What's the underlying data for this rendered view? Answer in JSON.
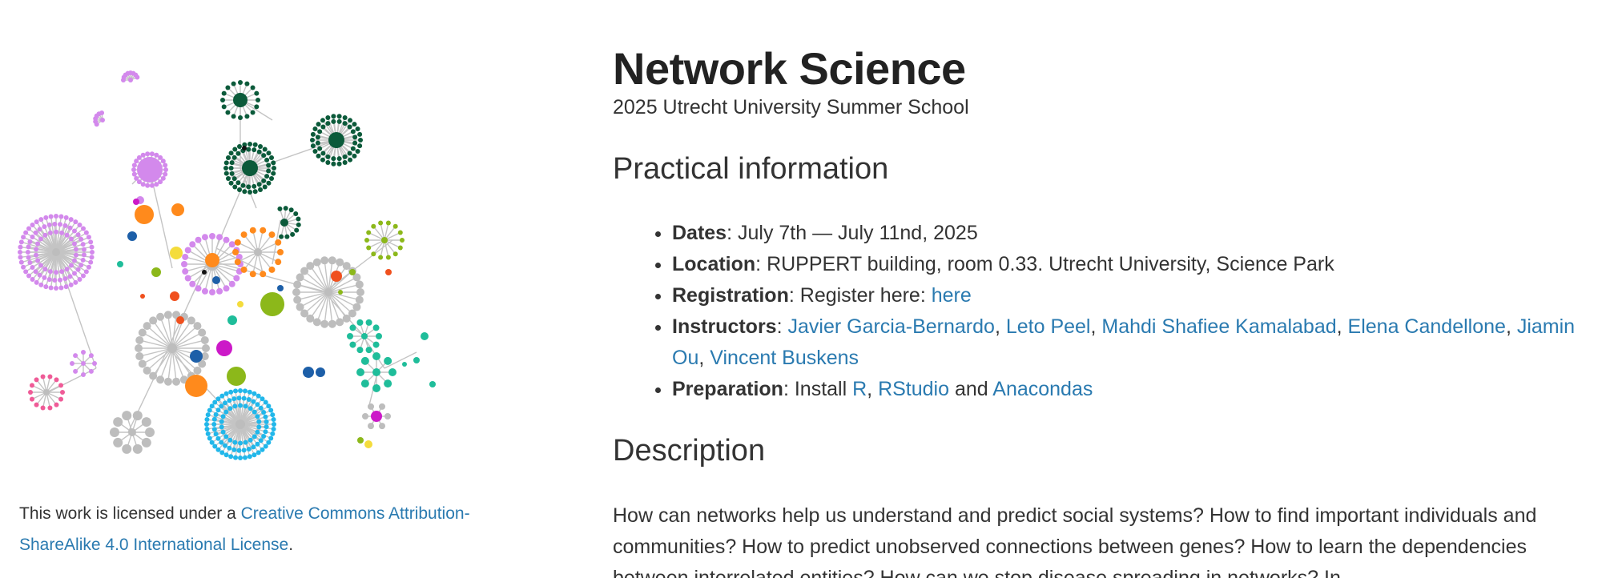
{
  "colors": {
    "link": "#2a7ab0",
    "text": "#333333",
    "edge": "#c4c4c4",
    "node_gray": "#bdbdbd",
    "dark_green": "#0b5a3a",
    "violet": "#d389ec",
    "orange": "#ff8a1c",
    "lime": "#8cb81a",
    "magenta": "#cc19c8",
    "blue": "#1d5fa8",
    "cyan": "#21b7ea",
    "pink": "#ef5b97",
    "teal": "#1fbd9a",
    "red": "#f0501e",
    "yellow": "#f4dc3c"
  },
  "sidebar": {
    "image_name": "network-illustration",
    "license": {
      "prefix": "This work is licensed under a ",
      "link_text": "Creative Commons Attribution-ShareAlike 4.0 International License",
      "suffix": "."
    }
  },
  "header": {
    "title": "Network Science",
    "subtitle": "2025 Utrecht University Summer School"
  },
  "practical": {
    "heading": "Practical information",
    "dates": {
      "label": "Dates",
      "sep": ": ",
      "value": "July 7th — July 11nd, 2025"
    },
    "location": {
      "label": "Location",
      "sep": ": ",
      "value": "RUPPERT building, room 0.33. Utrecht University, Science Park"
    },
    "registration": {
      "label": "Registration",
      "sep": ": ",
      "text": "Register here: ",
      "link": "here"
    },
    "instructors": {
      "label": "Instructors",
      "sep": ": ",
      "comma": ", ",
      "names": [
        "Javier Garcia-Bernardo",
        "Leto Peel",
        "Mahdi Shafiee Kamalabad",
        "Elena Candellone",
        "Jiamin Ou",
        "Vincent Buskens"
      ]
    },
    "preparation": {
      "label": "Preparation",
      "sep": ": ",
      "text": "Install ",
      "comma": ", ",
      "and_text": " and ",
      "links": [
        "R",
        "RStudio",
        "Anacondas"
      ]
    }
  },
  "description": {
    "heading": "Description",
    "text": "How can networks help us understand and predict social systems? How to find important individuals and communities? How to predict unobserved connections between genes? How to learn the dependencies between interrelated entities? How can we stop disease spreading in networks? In"
  }
}
